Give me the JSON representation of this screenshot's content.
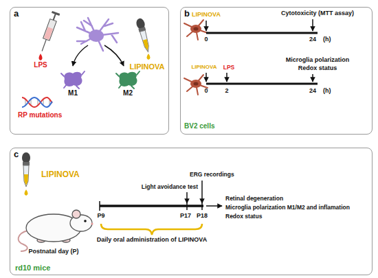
{
  "diagram": {
    "nodes": [
      {
        "text": [
          "a"
        ]
      },
      {
        "text": [
          "M1"
        ],
        "in": 0
      },
      {
        "text": [
          "M2"
        ],
        "in": 0
      },
      {
        "text": [
          "b"
        ]
      },
      {
        "text": [
          "c"
        ]
      }
    ],
    "labels": [
      "LPS",
      "LIPINOVA",
      "RP mutations",
      "LIPINOVA",
      "Cytotoxicity (MTT assay)",
      "0",
      "24",
      "(h)",
      "LIPINOVA",
      "LPS",
      "Microglia polarization",
      "Redox status",
      "0",
      "2",
      "24",
      "(h)",
      "BV2 cells",
      "LIPINOVA",
      "Light avoidance test",
      "ERG recordings",
      "P9",
      "P17",
      "P18",
      "Postnatal day (P)",
      "Daily oral administration of LIPINOVA",
      "Retinal degeneration",
      "Microglia polarization M1/M2 and inflamation",
      "Redox status",
      "rd10 mice"
    ]
  }
}
